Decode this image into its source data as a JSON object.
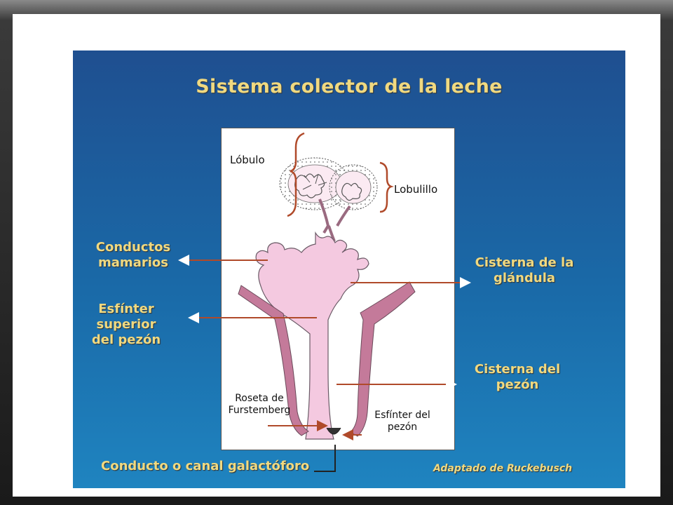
{
  "title": "Sistema colector de la leche",
  "labels": {
    "lobulo": "Lóbulo",
    "lobulillo": "Lobulillo",
    "conductos_mamarios": "Conductos\nmamarios",
    "esfinter_superior": "Esfínter\nsuperior\ndel pezón",
    "cisterna_glandula": "Cisterna de la\nglándula",
    "cisterna_pezon": "Cisterna del\npezón",
    "roseta": "Roseta de\nFurstemberg",
    "esfinter_pezon": "Esfínter del\npezón",
    "conducto_galactoforo": "Conducto o canal galactóforo"
  },
  "credit": "Adaptado de Ruckebusch",
  "colors": {
    "label_yellow": "#f0d980",
    "arrow": "#b04a2a",
    "tissue_pink": "#f4c9e0",
    "wall_mauve": "#c47a9a"
  }
}
